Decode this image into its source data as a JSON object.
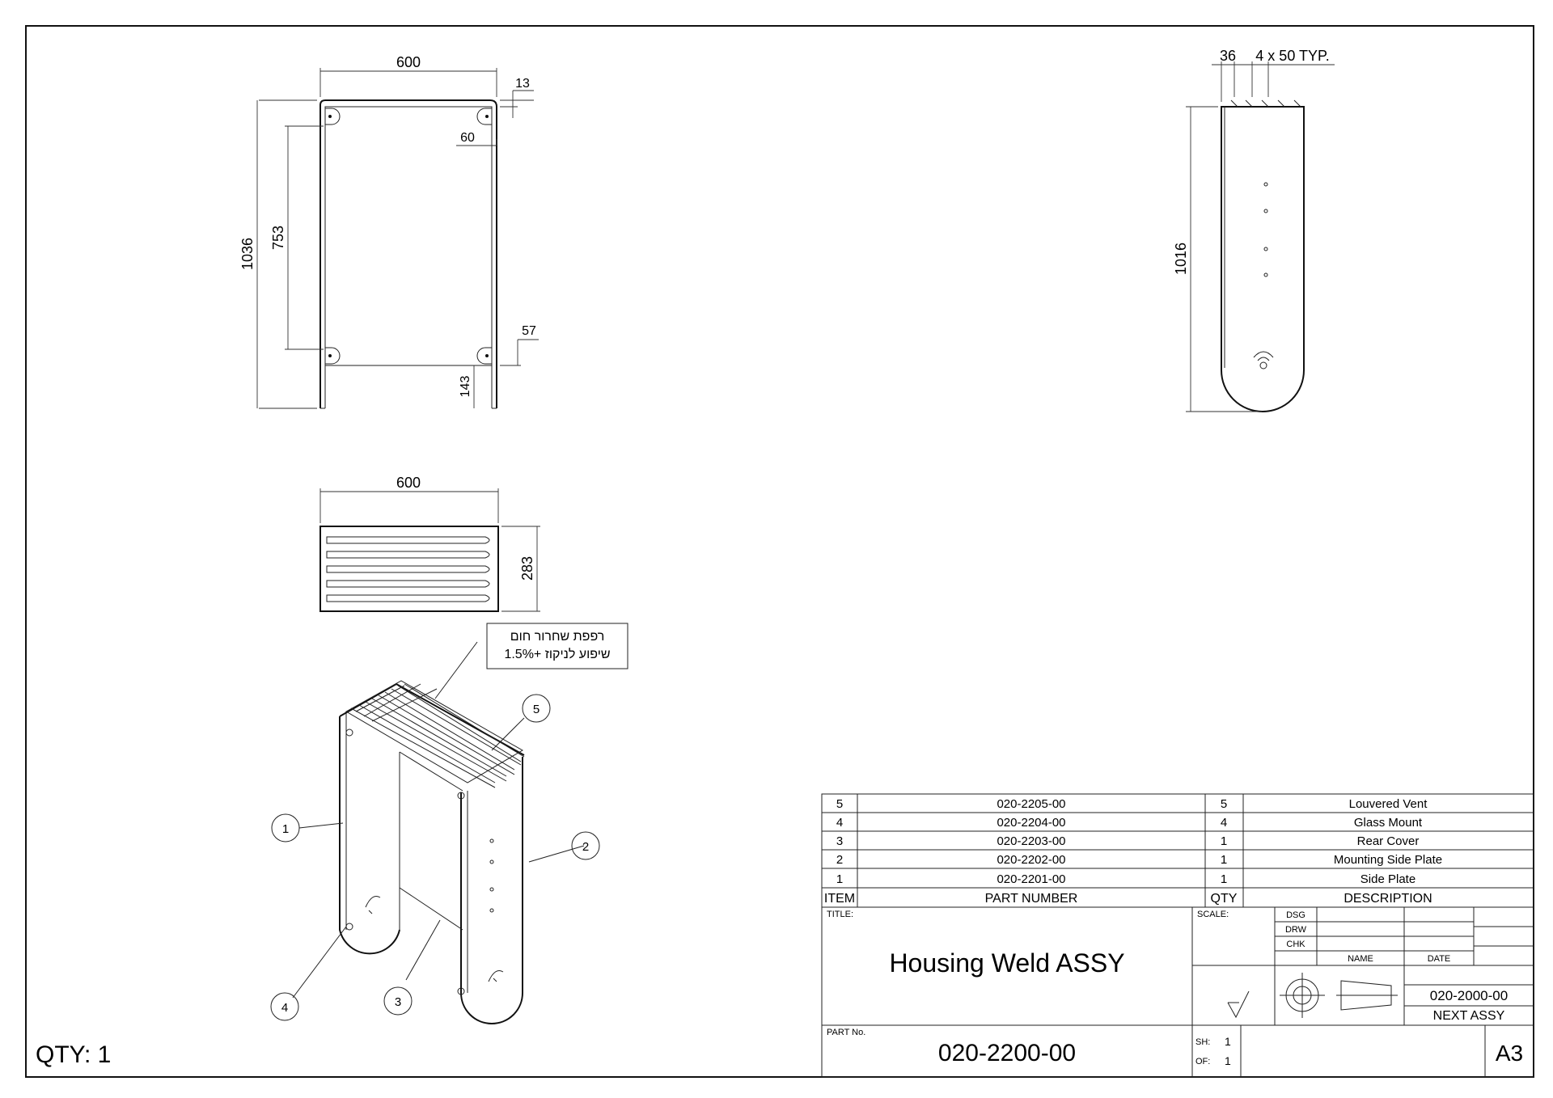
{
  "sheet": {
    "qty_label": "QTY: 1",
    "title_label": "TITLE:",
    "title": "Housing Weld ASSY",
    "scale_label": "SCALE:",
    "part_no_label": "PART No.",
    "part_no": "020-2200-00",
    "sheet_label": "SH:",
    "sheet_value": "1",
    "of_label": "OF:",
    "of_value": "1",
    "size": "A3",
    "next_assy": "020-2000-00",
    "next_assy_label": "NEXT ASSY",
    "approvals": {
      "dsg": "DSG",
      "drw": "DRW",
      "chk": "CHK",
      "name": "NAME",
      "date": "DATE"
    }
  },
  "bom": {
    "headers": {
      "item": "ITEM",
      "part": "PART NUMBER",
      "qty": "QTY",
      "desc": "DESCRIPTION"
    },
    "rows": [
      {
        "item": "5",
        "part": "020-2205-00",
        "qty": "5",
        "desc": "Louvered Vent"
      },
      {
        "item": "4",
        "part": "020-2204-00",
        "qty": "4",
        "desc": "Glass Mount"
      },
      {
        "item": "3",
        "part": "020-2203-00",
        "qty": "1",
        "desc": "Rear Cover"
      },
      {
        "item": "2",
        "part": "020-2202-00",
        "qty": "1",
        "desc": "Mounting Side Plate"
      },
      {
        "item": "1",
        "part": "020-2201-00",
        "qty": "1",
        "desc": "Side Plate"
      }
    ]
  },
  "dimensions": {
    "front": {
      "width": "600",
      "top_off": "13",
      "hole_in": "60",
      "height": "1036",
      "hole_span": "753",
      "bottom_off": "57",
      "leg": "143"
    },
    "side": {
      "first": "36",
      "pitch": "4 x 50 TYP.",
      "height": "1016"
    },
    "top": {
      "width": "600",
      "depth": "283"
    }
  },
  "note": {
    "line1": "רפפת שחרור חום",
    "line2": "שיפוע לניקוז +1.5%"
  },
  "balloons": [
    "1",
    "2",
    "3",
    "4",
    "5"
  ],
  "icons": {
    "finish": "surface-finish-icon",
    "projection": "third-angle-projection-icon"
  }
}
